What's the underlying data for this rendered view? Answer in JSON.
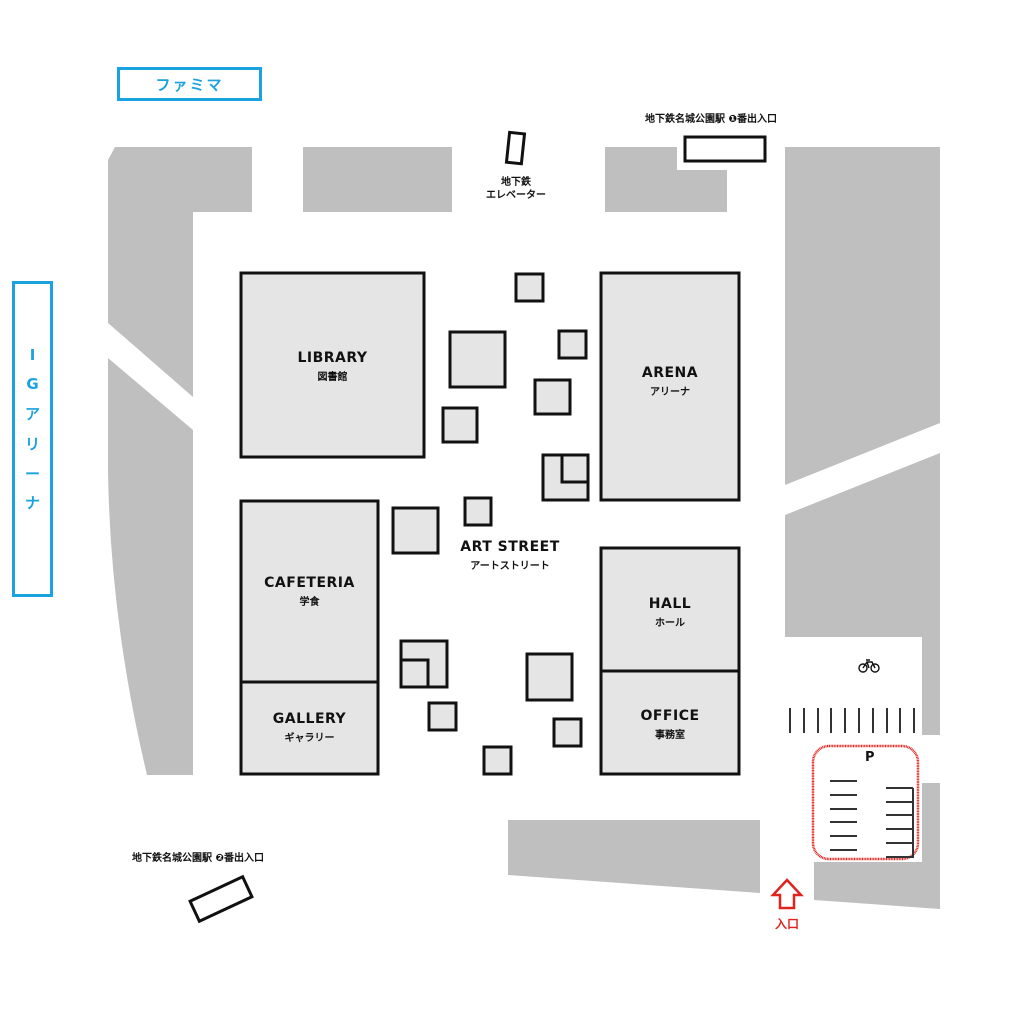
{
  "title": "Campus map",
  "colors": {
    "road_block": "#bfbfbf",
    "building_fill": "#e5e5e5",
    "outline": "#111111",
    "accent_blue": "#1aa3e0",
    "entrance_red": "#e0231e"
  },
  "external_landmarks": {
    "familymart": "ファミマ",
    "ig_arena": [
      "I",
      "G",
      "ア",
      "リ",
      "ー",
      "ナ"
    ]
  },
  "subway": {
    "exit1": "地下鉄名城公園駅 ❶番出入口",
    "exit2": "地下鉄名城公園駅 ❷番出入口",
    "elevator_line1": "地下鉄",
    "elevator_line2": "エレベーター"
  },
  "buildings": [
    {
      "id": "library",
      "en": "LIBRARY",
      "jp": "図書館"
    },
    {
      "id": "arena",
      "en": "ARENA",
      "jp": "アリーナ"
    },
    {
      "id": "art-street",
      "en": "ART STREET",
      "jp": "アートストリート"
    },
    {
      "id": "cafeteria",
      "en": "CAFETERIA",
      "jp": "学食"
    },
    {
      "id": "gallery",
      "en": "GALLERY",
      "jp": "ギャラリー"
    },
    {
      "id": "hall",
      "en": "HALL",
      "jp": "ホール"
    },
    {
      "id": "office",
      "en": "OFFICE",
      "jp": "事務室"
    }
  ],
  "parking": {
    "label": "P",
    "bicycle_icon": "bicycle-icon"
  },
  "entrance": {
    "label": "入口",
    "icon": "arrow-up-icon"
  }
}
